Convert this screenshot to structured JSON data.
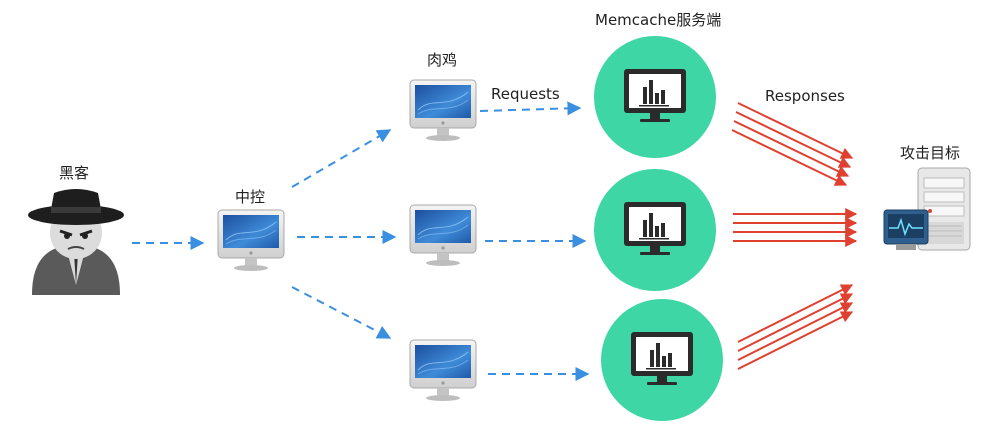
{
  "labels": {
    "hacker": "黑客",
    "controller": "中控",
    "bots": "肉鸡",
    "servers": "Memcache服务端",
    "target": "攻击目标",
    "requests": "Requests",
    "responses": "Responses"
  },
  "colors": {
    "requests_arrow": "#3a8fe0",
    "responses_arrow": "#e04030",
    "server_circle": "#3dd6a4",
    "label_text": "#222222"
  },
  "icons": {
    "hacker": "hacker-icon",
    "controller": "computer-icon",
    "bot": "computer-icon",
    "server": "monitor-chart-icon",
    "target": "server-tower-icon"
  }
}
